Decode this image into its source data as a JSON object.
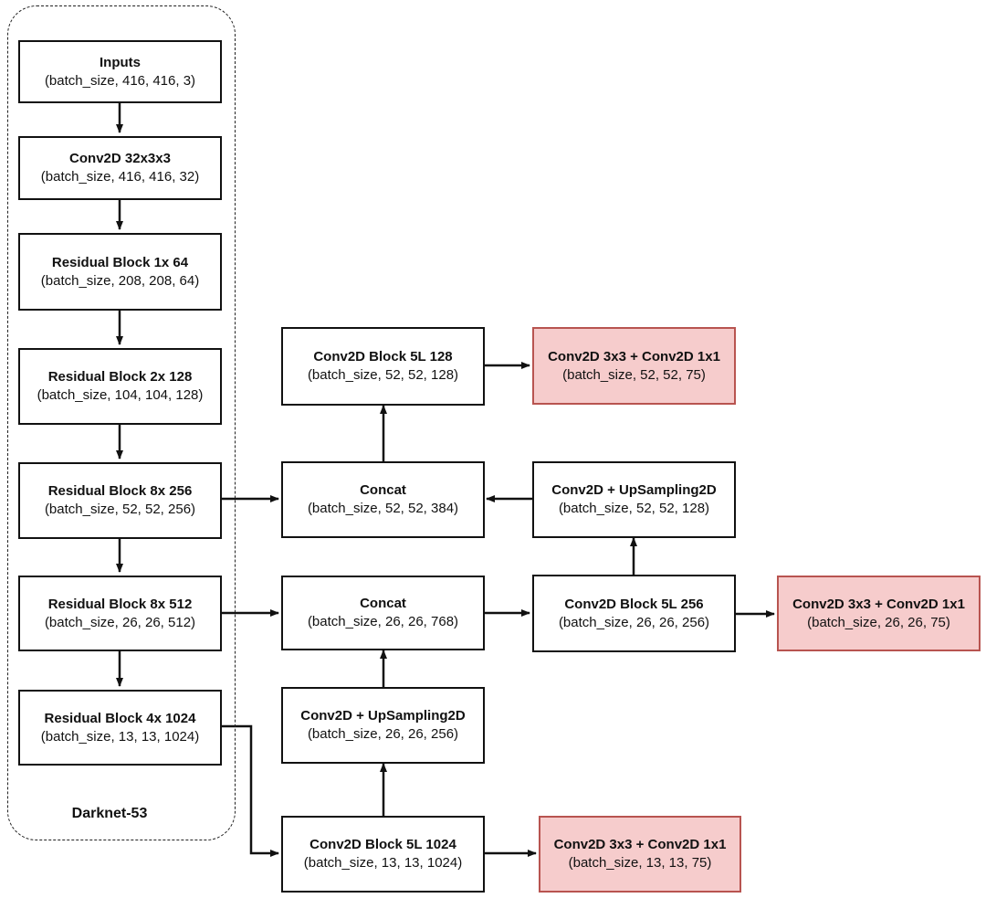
{
  "diagram": {
    "group": {
      "label": "Darknet-53"
    },
    "nodes": {
      "inputs": {
        "title": "Inputs",
        "shape": "(batch_size, 416, 416, 3)"
      },
      "conv32": {
        "title": "Conv2D 32x3x3",
        "shape": "(batch_size, 416, 416, 32)"
      },
      "res1": {
        "title": "Residual Block 1x  64",
        "shape": "(batch_size, 208, 208, 64)"
      },
      "res2": {
        "title": "Residual Block 2x  128",
        "shape": "(batch_size, 104, 104, 128)"
      },
      "res8a": {
        "title": "Residual Block 8x  256",
        "shape": "(batch_size, 52, 52, 256)"
      },
      "res8b": {
        "title": "Residual Block 8x  512",
        "shape": "(batch_size, 26, 26, 512)"
      },
      "res4": {
        "title": "Residual Block 4x  1024",
        "shape": "(batch_size, 13, 13, 1024)"
      },
      "cb128": {
        "title": "Conv2D Block 5L  128",
        "shape": "(batch_size, 52, 52, 128)"
      },
      "concat52": {
        "title": "Concat",
        "shape": "(batch_size, 52, 52, 384)"
      },
      "concat26": {
        "title": "Concat",
        "shape": "(batch_size, 26, 26, 768)"
      },
      "up256": {
        "title": "Conv2D + UpSampling2D",
        "shape": "(batch_size, 26, 26, 256)"
      },
      "cb1024": {
        "title": "Conv2D Block 5L  1024",
        "shape": "(batch_size, 13, 13, 1024)"
      },
      "up128": {
        "title": "Conv2D + UpSampling2D",
        "shape": "(batch_size, 52, 52, 128)"
      },
      "cb256": {
        "title": "Conv2D Block 5L  256",
        "shape": "(batch_size, 26, 26, 256)"
      },
      "head52": {
        "title": "Conv2D 3x3 + Conv2D 1x1",
        "shape": "(batch_size, 52, 52, 75)"
      },
      "head26": {
        "title": "Conv2D 3x3 + Conv2D 1x1",
        "shape": "(batch_size, 26, 26, 75)"
      },
      "head13": {
        "title": "Conv2D 3x3 + Conv2D 1x1",
        "shape": "(batch_size, 13, 13, 75)"
      }
    },
    "colors": {
      "line": "#111111",
      "head_fill": "#f6cccc",
      "head_border": "#b85450"
    }
  }
}
